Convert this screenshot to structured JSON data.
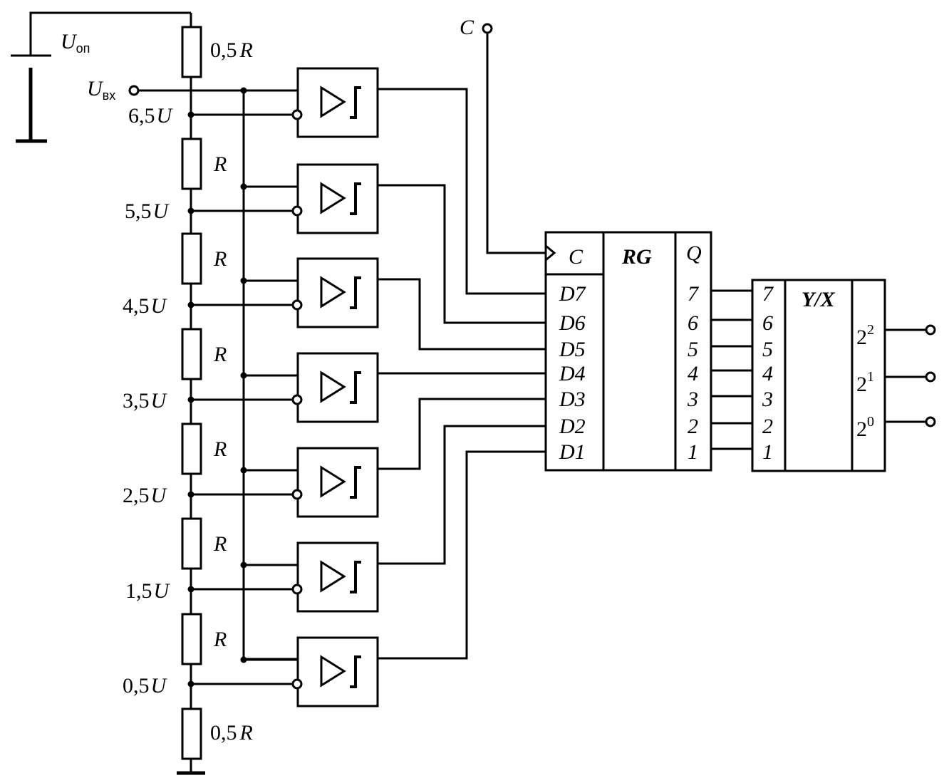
{
  "reference": {
    "symbol": "U",
    "sub": "оп"
  },
  "input": {
    "symbol": "U",
    "sub": "вх"
  },
  "clock_input": "C",
  "ladder": {
    "top_resistor": {
      "num": "0,5",
      "sym": "R"
    },
    "bottom_resistor": {
      "num": "0,5",
      "sym": "R"
    },
    "mid_resistor": "R",
    "taps": [
      {
        "num": "6,5",
        "sym": "U"
      },
      {
        "num": "5,5",
        "sym": "U"
      },
      {
        "num": "4,5",
        "sym": "U"
      },
      {
        "num": "3,5",
        "sym": "U"
      },
      {
        "num": "2,5",
        "sym": "U"
      },
      {
        "num": "1,5",
        "sym": "U"
      },
      {
        "num": "0,5",
        "sym": "U"
      }
    ]
  },
  "register": {
    "clock_label": "C",
    "title": "RG",
    "out_header": "Q",
    "inputs": [
      "D7",
      "D6",
      "D5",
      "D4",
      "D3",
      "D2",
      "D1"
    ],
    "outputs": [
      "7",
      "6",
      "5",
      "4",
      "3",
      "2",
      "1"
    ]
  },
  "encoder": {
    "title": "Y/X",
    "inputs": [
      "7",
      "6",
      "5",
      "4",
      "3",
      "2",
      "1"
    ],
    "outputs": [
      {
        "base": "2",
        "exp": "2"
      },
      {
        "base": "2",
        "exp": "1"
      },
      {
        "base": "2",
        "exp": "0"
      }
    ]
  }
}
